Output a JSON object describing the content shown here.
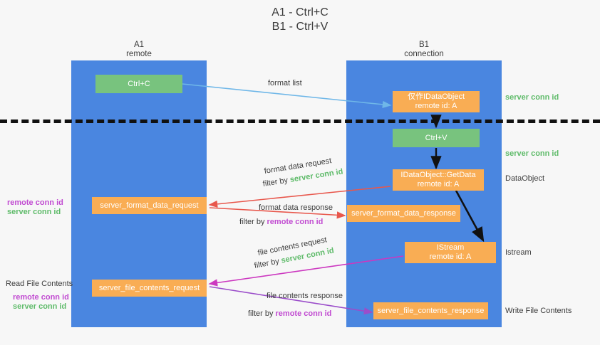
{
  "title": {
    "line1": "A1 - Ctrl+C",
    "line2": "B1 - Ctrl+V"
  },
  "colors": {
    "lane": "#4a86e0",
    "green_box": "#78c37e",
    "orange_box": "#f9ad54",
    "server_conn_id": "#5fbb6a",
    "remote_conn_id": "#c14bd1",
    "arrow_blue": "#6fb7e8",
    "arrow_red": "#e8574c",
    "arrow_magenta": "#cc38c0",
    "arrow_purple": "#9b4dca",
    "arrow_black": "#111111",
    "background": "#f7f7f7"
  },
  "columns": [
    {
      "name": "A1",
      "sub": "remote"
    },
    {
      "name": "B1",
      "sub": "connection"
    }
  ],
  "boxes": {
    "ctrl_c": {
      "label": "Ctrl+C",
      "kind": "green"
    },
    "ole_idataobject": {
      "line1": "仅作IDataObject",
      "line2": "remote id: A",
      "kind": "orange"
    },
    "ctrl_v": {
      "label": "Ctrl+V",
      "kind": "green"
    },
    "getdata": {
      "line1": "IDataObject::GetData",
      "line2": "remote id: A",
      "kind": "orange"
    },
    "istream": {
      "line1": "IStream",
      "line2": "remote id: A",
      "kind": "orange"
    },
    "server_format_data_request": {
      "label": "server_format_data_request",
      "kind": "orange"
    },
    "server_format_data_response": {
      "label": "server_format_data_response",
      "kind": "orange"
    },
    "server_file_contents_request": {
      "label": "server_file_contents_request",
      "kind": "orange"
    },
    "server_file_contents_response": {
      "label": "server_file_contents_response",
      "kind": "orange"
    }
  },
  "edge_labels": {
    "format_list": "format list",
    "format_data_request": "format data request",
    "format_data_response": "format data response",
    "file_contents_request": "file contents request",
    "file_contents_response": "file contents response",
    "filter_by": "filter by"
  },
  "annotations": {
    "server_conn_id": "server conn id",
    "remote_conn_id": "remote conn id",
    "dataobject": "DataObject",
    "istream": "Istream",
    "read_file_contents": "Read File Contents",
    "write_file_contents": "Write File Contents"
  }
}
